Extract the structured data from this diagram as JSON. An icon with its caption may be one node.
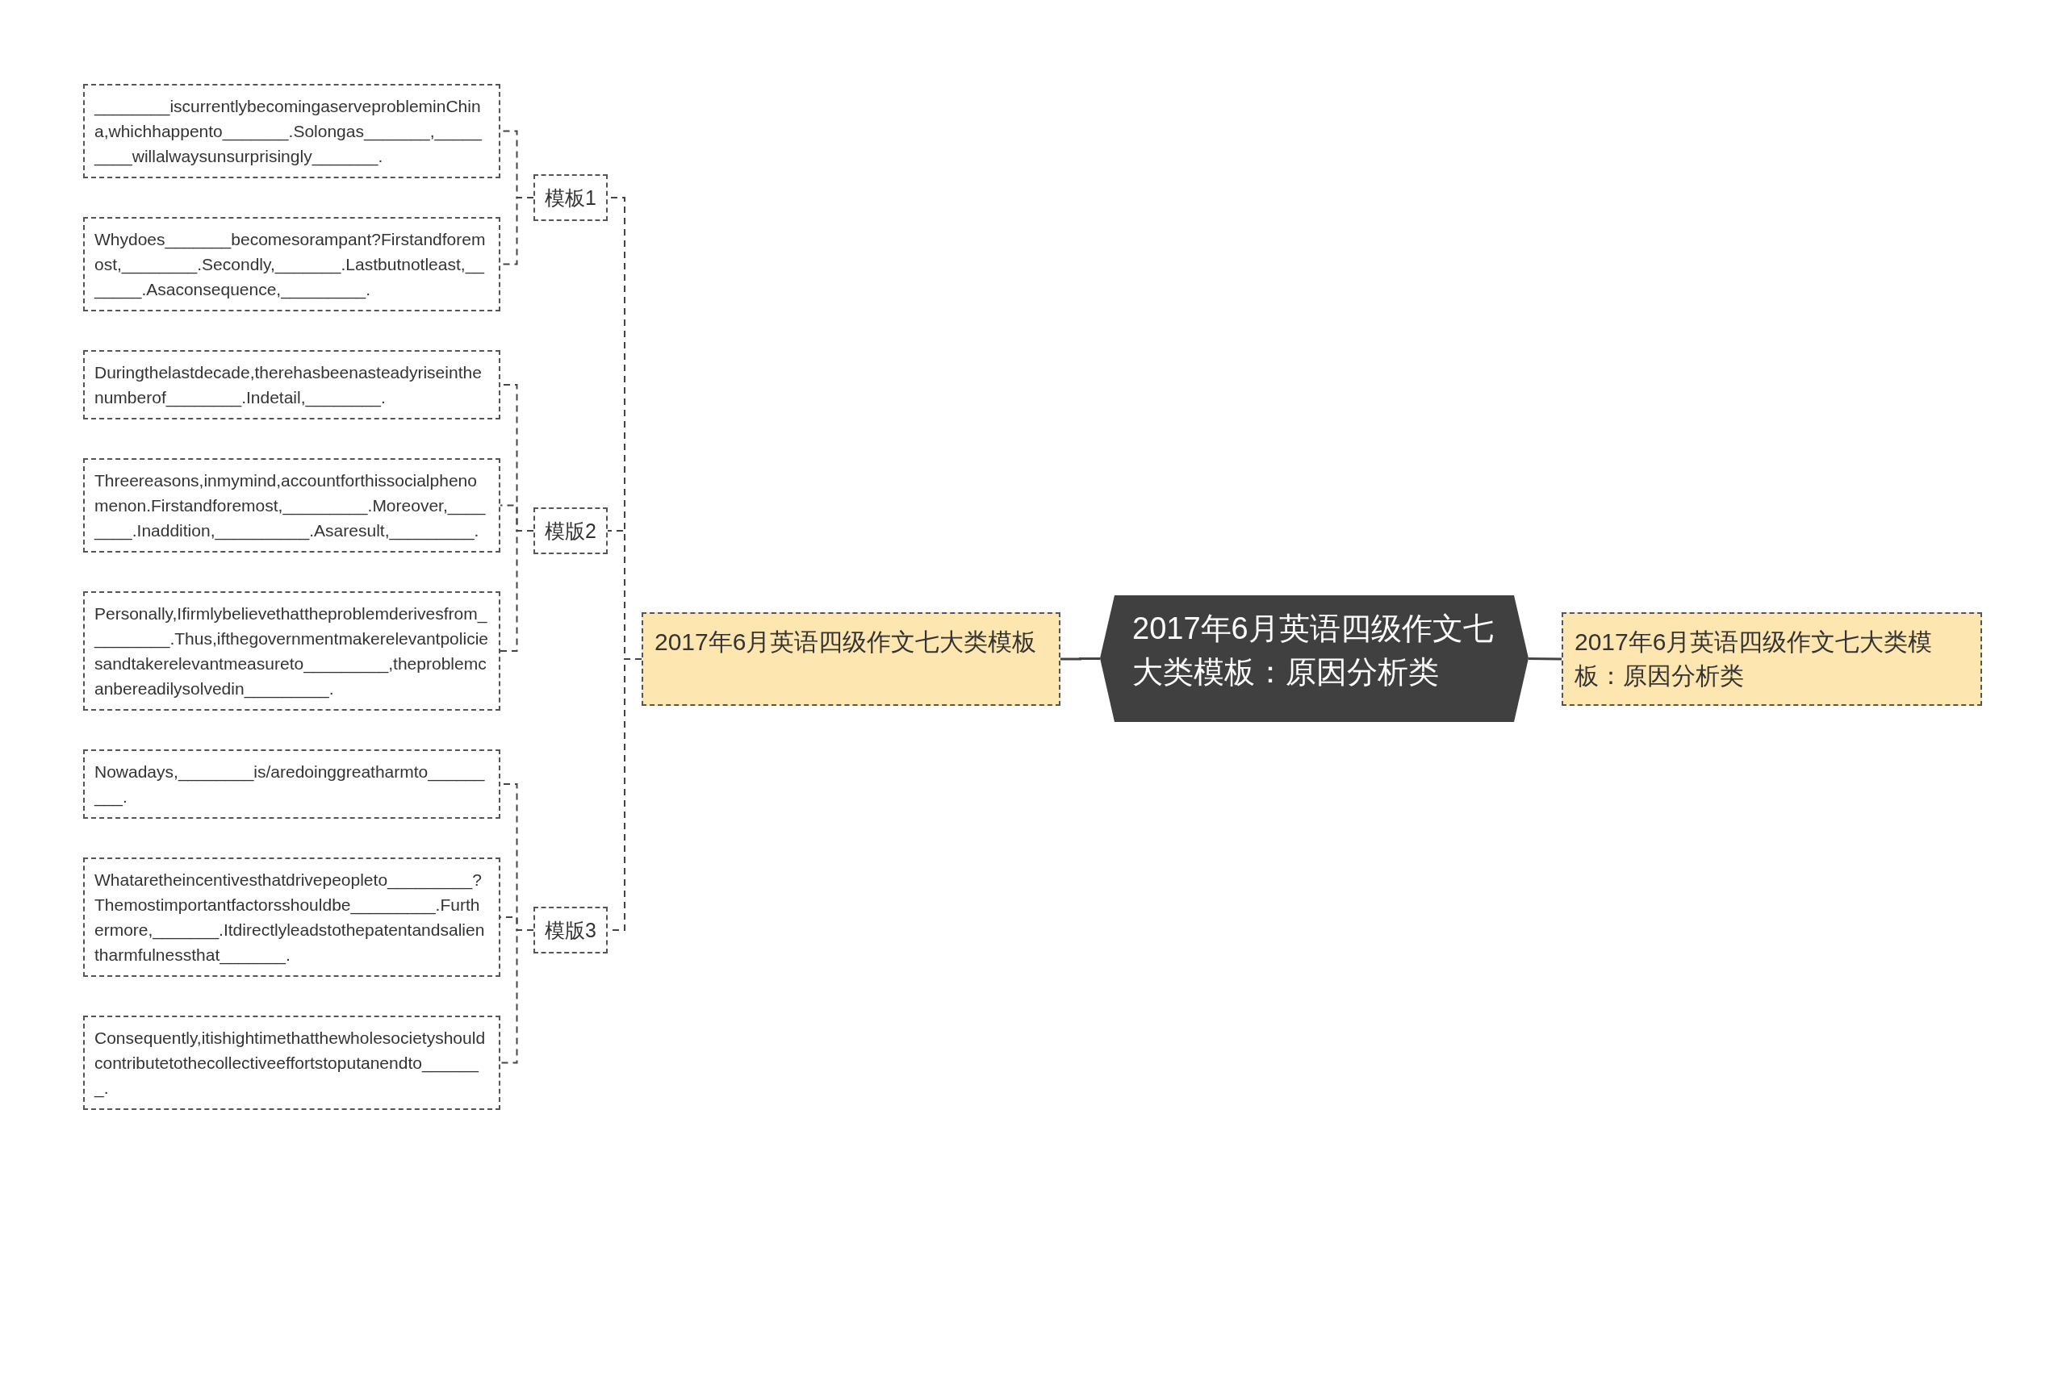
{
  "diagram": {
    "nodes": [
      {
        "text": [
          "2017年6月英语四级作文七大类模板：原因分析类"
        ]
      },
      {
        "text": [
          "2017年6月英语四级作文七大类模板"
        ]
      },
      {
        "text": [
          "2017年6月英语四级作文七大类模板：原因分析类"
        ]
      },
      {
        "text": [
          "模板1"
        ]
      },
      {
        "text": [
          "________iscurrentlybecomingaserveprobleminChina,whichhappento_______.Solongas_______,_________willalwaysunsurprisingly_______."
        ]
      },
      {
        "text": [
          "Whydoes_______becomesorampant?Firstandforemost,________.Secondly,_______.Lastbutnotleast,_______.Asaconsequence,_________."
        ]
      },
      {
        "text": [
          "模版2"
        ]
      },
      {
        "text": [
          "Duringthelastdecade,therehasbeenasteadyriseinthenumberof________.Indetail,________."
        ]
      },
      {
        "text": [
          "Threereasons,inmymind,accountforthissocialphenomenon.Firstandforemost,_________.Moreover,________.Inaddition,__________.Asaresult,_________."
        ]
      },
      {
        "text": [
          "Personally,Ifirmlybelievethattheproblemderivesfrom_________.Thus,ifthegovernmentmakerelevantpoliciesandtakerelevantmeasureto_________,theproblemcanbereadilysolvedin_________."
        ]
      },
      {
        "text": [
          "模版3"
        ]
      },
      {
        "text": [
          "Nowadays,________is/aredoinggreatharmto_________."
        ]
      },
      {
        "text": [
          "Whataretheincentivesthatdrivepeopleto_________?Themostimportantfactorsshouldbe_________.Furthermore,_______.Itdirectlyleadstothepatentandsalientharmfulnessthat_______."
        ]
      },
      {
        "text": [
          "Consequently,itishightimethatthewholesocietyshouldcontributetothecollectiveeffortstoputanendto_______."
        ]
      }
    ],
    "edges": [
      {
        "from": 0,
        "to": 1,
        "arrow": "none"
      },
      {
        "from": 0,
        "to": 2,
        "arrow": "none"
      },
      {
        "from": 1,
        "to": 3,
        "arrow": "none",
        "style": "dashed"
      },
      {
        "from": 1,
        "to": 6,
        "arrow": "none",
        "style": "dashed"
      },
      {
        "from": 1,
        "to": 10,
        "arrow": "none",
        "style": "dashed"
      },
      {
        "from": 3,
        "to": 4,
        "arrow": "none",
        "style": "dashed"
      },
      {
        "from": 3,
        "to": 5,
        "arrow": "none",
        "style": "dashed"
      },
      {
        "from": 6,
        "to": 7,
        "arrow": "none",
        "style": "dashed"
      },
      {
        "from": 6,
        "to": 8,
        "arrow": "none",
        "style": "dashed"
      },
      {
        "from": 6,
        "to": 9,
        "arrow": "none",
        "style": "dashed"
      },
      {
        "from": 10,
        "to": 11,
        "arrow": "none",
        "style": "dashed"
      },
      {
        "from": 10,
        "to": 12,
        "arrow": "none",
        "style": "dashed"
      },
      {
        "from": 10,
        "to": 13,
        "arrow": "none",
        "style": "dashed"
      }
    ]
  }
}
